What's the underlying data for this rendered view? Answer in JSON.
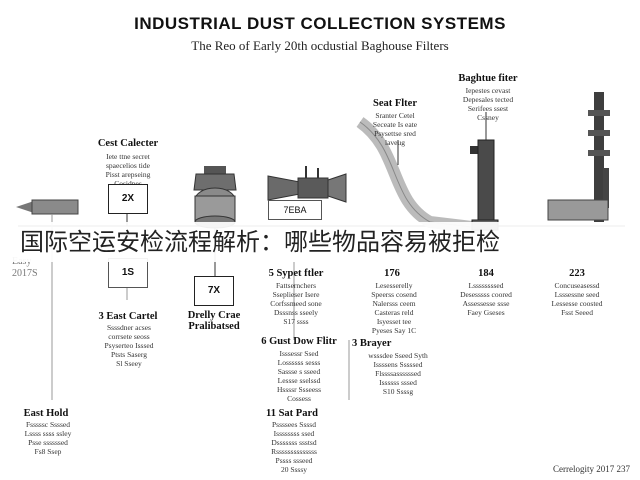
{
  "header": {
    "title": "INDUSTRIAL DUST COLLECTION SYSTEMS",
    "subtitle": "The Reo of Early 20th ocdustial Baghouse Filters"
  },
  "banner": {
    "text": "国际空运安检流程解析：哪些物品容易被拒检"
  },
  "top_labels": {
    "cost_collector": {
      "title": "Cest Calecter",
      "desc": "Iete ttne secret\nspaecelios tide\nPisst arepseing\nCosidpes"
    },
    "seat_filter": {
      "title": "Seat Flter",
      "desc": "Sranter Cetel\nSeceate Is eate\nPsysettse sred\nlaveug"
    },
    "baghouse_filter": {
      "title": "Baghtue fiter",
      "desc": "Iepestes cevast\nDepesales tected\nSerifees ssest\nCssney"
    }
  },
  "boxes": {
    "box_2x": "2X",
    "box_15": "1S",
    "box_7x": "7X",
    "box_7eba": "7EBA"
  },
  "left_top": {
    "title": "Easy",
    "sub": "2017S"
  },
  "row_labels": {
    "east_cartel": {
      "title": "3 East Cartel",
      "desc": "Ssssdner acses\ncorrsete seoss\nPsyserteo Isssed\nPtsts Saserg\nSl Sseey"
    },
    "dusty_crate": {
      "title": "Drelly Crae\nPralibatsed",
      "desc": ""
    },
    "sypat_filter": {
      "title": "5 Sypet ftler",
      "desc": "Fattsernchers\nSseplieser Isere\nCorfssmeed sone\nDsssnss sseely\nS17 ssss"
    },
    "col_176": {
      "title": "176",
      "desc": "Lesesserelly\nSpeerss cosend\nNalersss ceem\nCasteras reld\nIsyesset tee\nPyeses Say 1C"
    },
    "col_184": {
      "title": "184",
      "desc": "Lssssssssed\nDesesssss coored\nAssessesse ssse\nFaey Gseses"
    },
    "col_223": {
      "title": "223",
      "desc": "Concuseasessd\nLsssessne seed\nLessesse coosted\nFsst Seeed"
    },
    "east_hold": {
      "title": "East Hold",
      "desc": "Fsssssc Ssssed\nLssss ssss ssley\nPsse ssssssed\nFs8 Ssep"
    },
    "guest_filter": {
      "title": "6 Gust Dow Flitr",
      "desc": "Isssessr Ssed\nLossssss sesss\nSassse s sseed\nLessse sselssd\nHssssr Ssseess\nCossess"
    },
    "brayer": {
      "title": "3 Brayer",
      "desc": "wsssdee Sseed Syth\nIssssens Sssssed\nFlssssassssssed\nIssssss sssed\nS10 Ssssg"
    },
    "sat_pard": {
      "title": "11 Sat Pard",
      "desc": "Pssssees Ssssd\nIssssssss ssed\nDsssssss ssstsd\nRssssssssssssss\nPssss ssseed\n20 Ssssy"
    }
  },
  "footer": {
    "credit": "Cerrelogity 2017 237"
  }
}
